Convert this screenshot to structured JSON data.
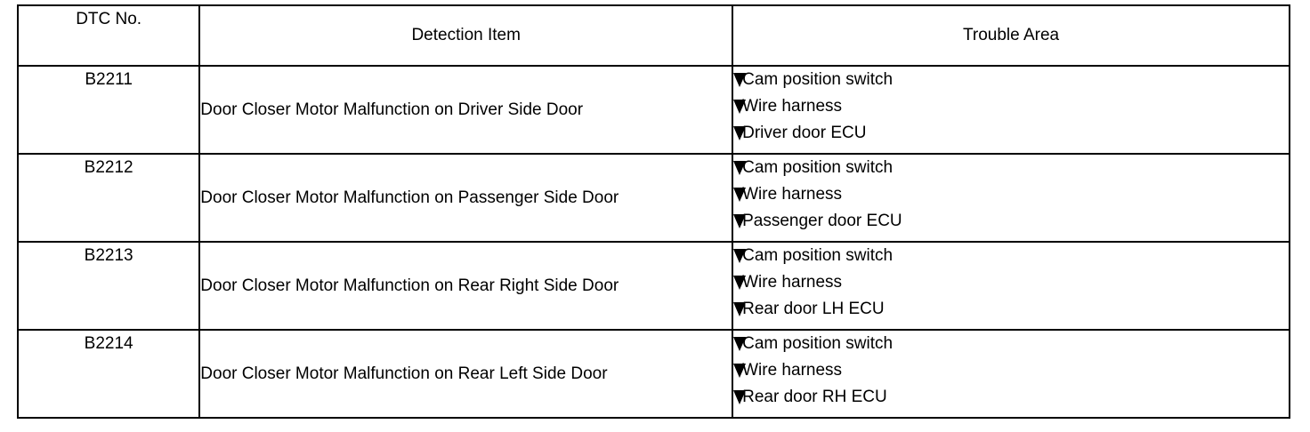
{
  "table": {
    "headers": {
      "dtc": "DTC No.",
      "item": "Detection Item",
      "area": "Trouble Area"
    },
    "rows": [
      {
        "dtc": "B2211",
        "item": "Door Closer Motor Malfunction on Driver Side Door",
        "areas": [
          "Cam position switch",
          "Wire harness",
          "Driver door ECU"
        ]
      },
      {
        "dtc": "B2212",
        "item": "Door Closer Motor Malfunction on Passenger Side Door",
        "areas": [
          "Cam position switch",
          "Wire harness",
          "Passenger door ECU"
        ]
      },
      {
        "dtc": "B2213",
        "item": "Door Closer Motor Malfunction on Rear Right Side Door",
        "areas": [
          "Cam position switch",
          "Wire harness",
          "Rear door LH ECU"
        ]
      },
      {
        "dtc": "B2214",
        "item": "Door Closer Motor Malfunction on Rear Left Side Door",
        "areas": [
          "Cam position switch",
          "Wire harness",
          "Rear door RH ECU"
        ]
      }
    ],
    "bullet_icon": "triangle-down-icon"
  }
}
